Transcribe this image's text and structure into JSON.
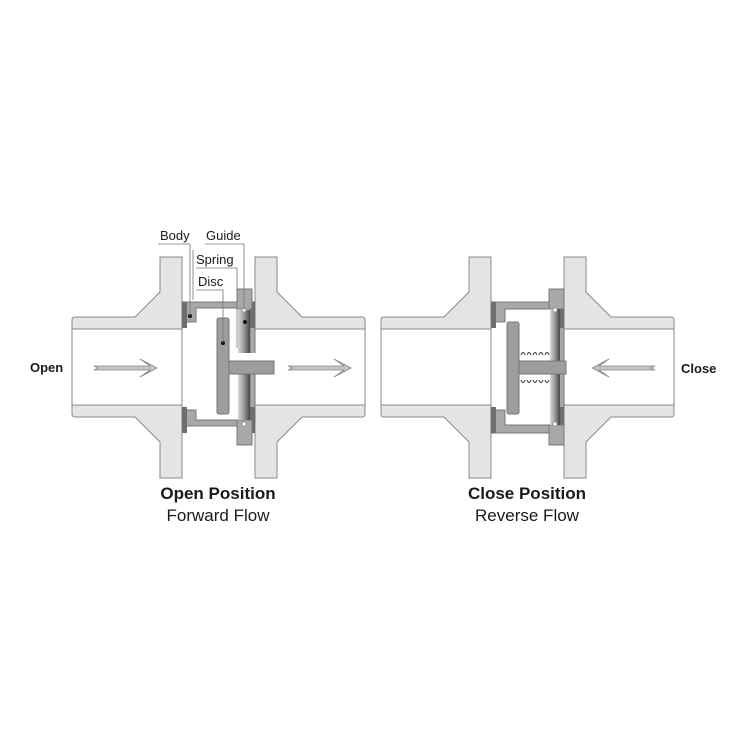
{
  "diagram": {
    "type": "check-valve-cross-section",
    "colors": {
      "background": "#ffffff",
      "pipe_fill": "#e4e4e4",
      "pipe_stroke": "#8a8a8a",
      "body_fill": "#a8a8a8",
      "seal_fill": "#6e6e6e",
      "disc_fill": "#9e9e9e",
      "arrow_fill": "#c4c4c4",
      "text": "#1a1a1a"
    },
    "left_panel": {
      "side_label": "Open",
      "caption_title": "Open Position",
      "caption_subtitle": "Forward Flow",
      "flow_direction": "right",
      "part_labels": {
        "body": "Body",
        "guide": "Guide",
        "spring": "Spring",
        "disc": "Disc"
      }
    },
    "right_panel": {
      "side_label": "Close",
      "caption_title": "Close Position",
      "caption_subtitle": "Reverse Flow",
      "flow_direction": "left"
    }
  }
}
